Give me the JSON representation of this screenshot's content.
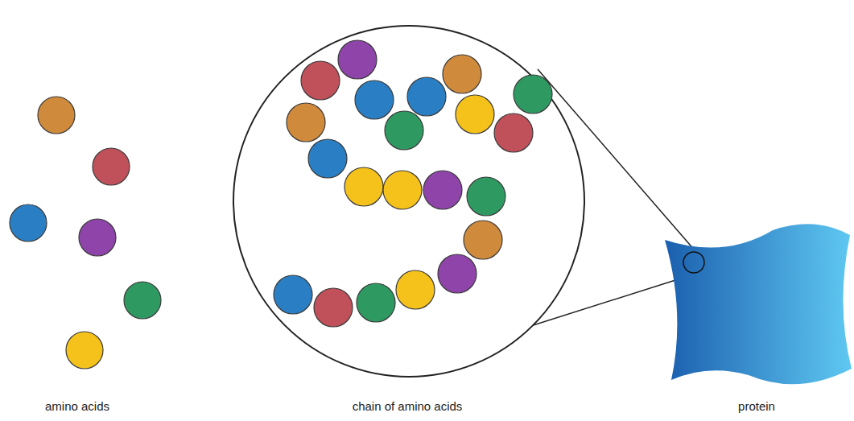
{
  "diagram": {
    "labels": [
      "amino acids",
      "chain of amino acids",
      "protein"
    ]
  }
}
